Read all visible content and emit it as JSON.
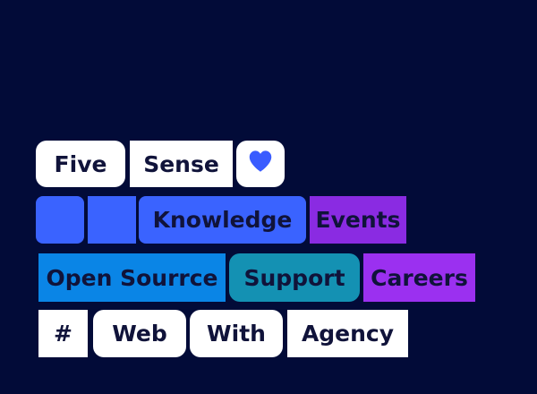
{
  "colors": {
    "background": "#020b38",
    "white": "#ffffff",
    "blue": "#3a63ff",
    "purple": "#8a2be2",
    "sky": "#0a85e6",
    "teal": "#1491b3",
    "violet": "#9b30f0",
    "text": "#10133a",
    "heart": "#3a5cff"
  },
  "row1": {
    "five": "Five",
    "sense": "Sense",
    "heart_icon": "heart-icon"
  },
  "row2": {
    "knowledge": "Knowledge",
    "events": "Events"
  },
  "row3": {
    "open_source": "Open Sourrce",
    "support": "Support",
    "careers": "Careers"
  },
  "row4": {
    "hash": "#",
    "web": "Web",
    "with": "With",
    "agency": "Agency"
  }
}
